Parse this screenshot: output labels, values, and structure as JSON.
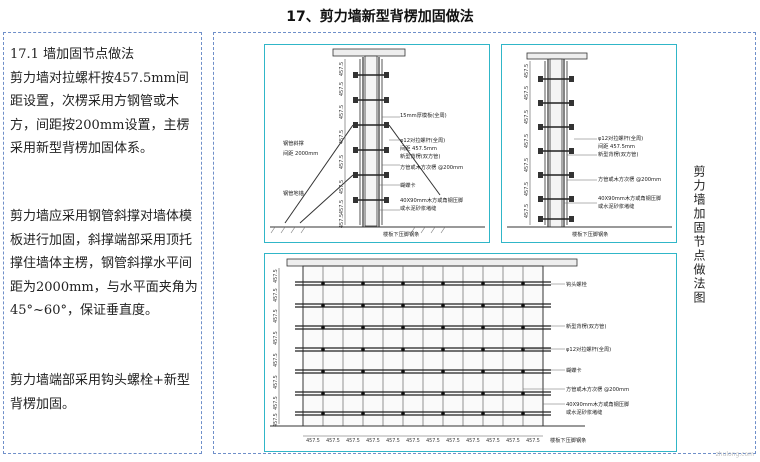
{
  "title": "17、剪力墙新型背楞加固做法",
  "left_text": {
    "p1": "  17.1 墙加固节点做法\n  剪力墙对拉螺杆按457.5mm间距设置，次楞采用方钢管或木方，间距按200mm设置，主楞采用新型背楞加固体系。",
    "p2": "  剪力墙应采用钢管斜撑对墙体模板进行加固，斜撑端部采用顶托撑住墙体主楞，钢管斜撑水平间距为2000mm，与水平面夹角为45°~60°，保证垂直度。",
    "p3": "  剪力墙端部采用钩头螺栓+新型背楞加固。"
  },
  "figure_caption": "剪力墙加固节点做法图",
  "fig_a": {
    "dims": [
      "457.5",
      "457.5",
      "457.5",
      "457.5",
      "457.5",
      "457.5",
      "457.5",
      "457.5"
    ],
    "labels": {
      "l1": "15mm厚模板(全周)",
      "l2": "φ12对拉螺杆(全周)",
      "l3": "间距 457.5mm",
      "l4": "新型背楞(双方管)",
      "l5": "方管或木方次楞 @200mm",
      "l6": "蝴蝶卡",
      "l7": "40X90mm木方或角钢压脚",
      "l8": "或水泥砂浆堵缝",
      "l9": "楼板下压脚钢条",
      "s1": "钢管斜撑",
      "s2": "间距 2000mm",
      "s3": "钢管地锚"
    }
  },
  "fig_b": {
    "dims": [
      "457.5",
      "457.5",
      "457.5",
      "457.5",
      "457.5",
      "457.5",
      "457.5"
    ],
    "labels": {
      "l1": "φ12对拉螺杆(全周)",
      "l2": "间距 457.5mm",
      "l3": "新型背楞(双方管)",
      "l4": "方管或木方次楞 @200mm",
      "l5": "40X90mm木方或角钢压脚",
      "l6": "或水泥砂浆堵缝",
      "l7": "楼板下压脚钢条"
    }
  },
  "fig_c": {
    "dims_v": [
      "457.5",
      "457.5",
      "457.5",
      "457.5",
      "457.5",
      "457.5",
      "457.5",
      "457.5"
    ],
    "dims_h": [
      "457.5",
      "457.5",
      "457.5",
      "457.5",
      "457.5",
      "457.5",
      "457.5",
      "457.5",
      "457.5",
      "457.5",
      "457.5",
      "457.5"
    ],
    "labels": {
      "l1": "钩头螺栓",
      "l2": "新型背楞(双方管)",
      "l3": "φ12对拉螺杆(全周)",
      "l4": "蝴蝶卡",
      "l5": "方管或木方次楞 @200mm",
      "l6": "40X90mm木方或角钢压脚",
      "l7": "或水泥砂浆堵缝",
      "l8": "楼板下压脚钢条"
    }
  },
  "watermark": "zhulong.com"
}
